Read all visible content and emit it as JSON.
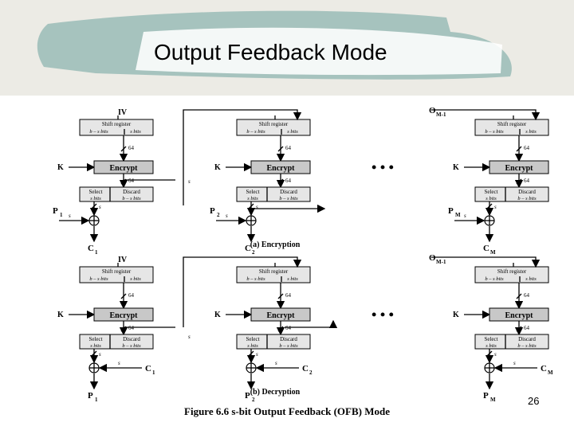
{
  "slide": {
    "title": "Output Feedback Mode",
    "page_number": "26",
    "brand_colors": {
      "header_bg": "#ecebe5",
      "brush": "#9fbfb9",
      "box_fill": "#e6e6e6",
      "box_grey": "#c8c8c8"
    }
  },
  "diagram": {
    "labels": {
      "iv": "IV",
      "om1": "O",
      "om1_sub": "M-1",
      "shift_register": "Shift register",
      "shift_bits_left": "b – s bits",
      "shift_bits_right": "s bits",
      "key": "K",
      "encrypt": "Encrypt",
      "bits64": "64",
      "select": "Select",
      "select_bits": "s bits",
      "discard": "Discard",
      "discard_bits": "b – s bits",
      "s": "s",
      "p": "P",
      "c": "C",
      "sub1": "1",
      "sub2": "2",
      "subM": "M",
      "ellipsis": "• • •"
    },
    "encryption_caption": "(a) Encryption",
    "decryption_caption": "(b) Decryption",
    "figure_caption": "Figure 6.6  s-bit Output Feedback (OFB) Mode"
  }
}
